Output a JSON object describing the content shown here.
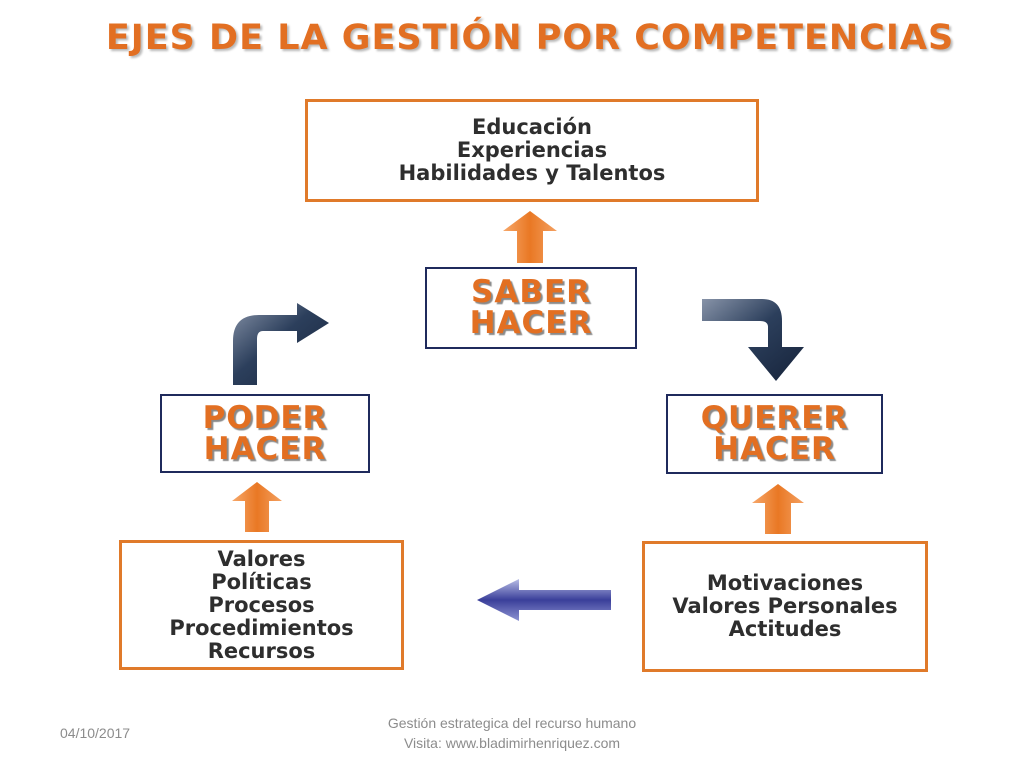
{
  "title": "EJES DE LA GESTIÓN POR COMPETENCIAS",
  "top_box": {
    "lines": [
      "Educación",
      "Experiencias",
      "Habilidades y Talentos"
    ]
  },
  "saber_hacer": {
    "lines": [
      "SABER",
      "HACER"
    ]
  },
  "poder_hacer": {
    "lines": [
      "PODER",
      "HACER"
    ]
  },
  "querer_hacer": {
    "lines": [
      "QUERER",
      "HACER"
    ]
  },
  "bottom_left_box": {
    "lines": [
      "Valores",
      "Políticas",
      "Procesos",
      "Procedimientos",
      "Recursos"
    ]
  },
  "bottom_right_box": {
    "lines": [
      "Motivaciones",
      "Valores Personales",
      "Actitudes"
    ]
  },
  "footer": {
    "date": "04/10/2017",
    "line1": "Gestión estrategica del recurso humano",
    "line2": "Visita: www.bladimirhenriquez.com"
  },
  "colors": {
    "orange": "#e26f22",
    "navy": "#1f2a5c",
    "text": "#2e2e2e"
  },
  "icons": {
    "up_arrows": "orange-up-arrow-icon",
    "curved_arrows": "navy-curved-arrow-icon",
    "left_arrow": "purple-left-arrow-icon"
  }
}
